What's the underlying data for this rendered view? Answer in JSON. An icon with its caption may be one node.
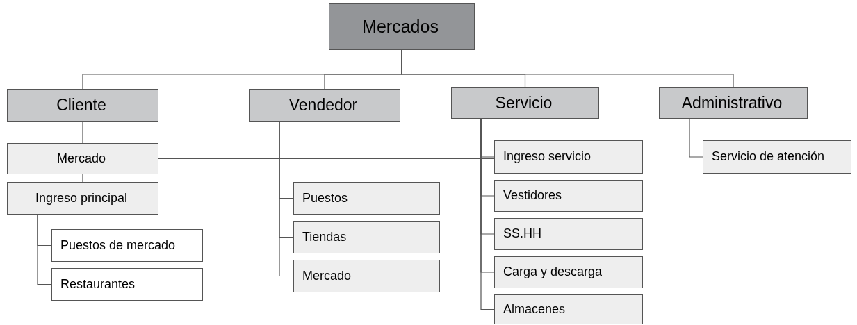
{
  "diagram": {
    "nodes": [
      {
        "text": [
          "Mercados"
        ]
      },
      {
        "text": [
          "Cliente"
        ]
      },
      {
        "text": [
          "Vendedor"
        ]
      },
      {
        "text": [
          "Servicio"
        ]
      },
      {
        "text": [
          "Administrativo"
        ]
      },
      {
        "text": [
          "Mercado"
        ]
      },
      {
        "text": [
          "Ingreso principal"
        ]
      },
      {
        "text": [
          "Puestos de mercado"
        ]
      },
      {
        "text": [
          "Restaurantes"
        ]
      },
      {
        "text": [
          "Puestos"
        ]
      },
      {
        "text": [
          "Tiendas"
        ]
      },
      {
        "text": [
          "Mercado"
        ]
      },
      {
        "text": [
          "Ingreso servicio"
        ]
      },
      {
        "text": [
          "Vestidores"
        ]
      },
      {
        "text": [
          "SS.HH"
        ]
      },
      {
        "text": [
          "Carga y descarga"
        ]
      },
      {
        "text": [
          "Almacenes"
        ]
      },
      {
        "text": [
          "Servicio de atención"
        ]
      }
    ],
    "edges": [
      {
        "from": 0,
        "to": 1,
        "arrow": "none"
      },
      {
        "from": 0,
        "to": 2,
        "arrow": "none"
      },
      {
        "from": 0,
        "to": 3,
        "arrow": "none"
      },
      {
        "from": 0,
        "to": 4,
        "arrow": "none"
      },
      {
        "from": 1,
        "to": 5,
        "arrow": "none"
      },
      {
        "from": 5,
        "to": 6,
        "arrow": "none"
      },
      {
        "from": 6,
        "to": 7,
        "arrow": "none"
      },
      {
        "from": 6,
        "to": 8,
        "arrow": "none"
      },
      {
        "from": 2,
        "to": 9,
        "arrow": "none"
      },
      {
        "from": 2,
        "to": 10,
        "arrow": "none"
      },
      {
        "from": 2,
        "to": 11,
        "arrow": "none"
      },
      {
        "from": 5,
        "to": 12,
        "arrow": "none"
      },
      {
        "from": 3,
        "to": 12,
        "arrow": "none"
      },
      {
        "from": 3,
        "to": 13,
        "arrow": "none"
      },
      {
        "from": 3,
        "to": 14,
        "arrow": "none"
      },
      {
        "from": 3,
        "to": 15,
        "arrow": "none"
      },
      {
        "from": 3,
        "to": 16,
        "arrow": "none"
      },
      {
        "from": 4,
        "to": 17,
        "arrow": "none"
      }
    ]
  }
}
